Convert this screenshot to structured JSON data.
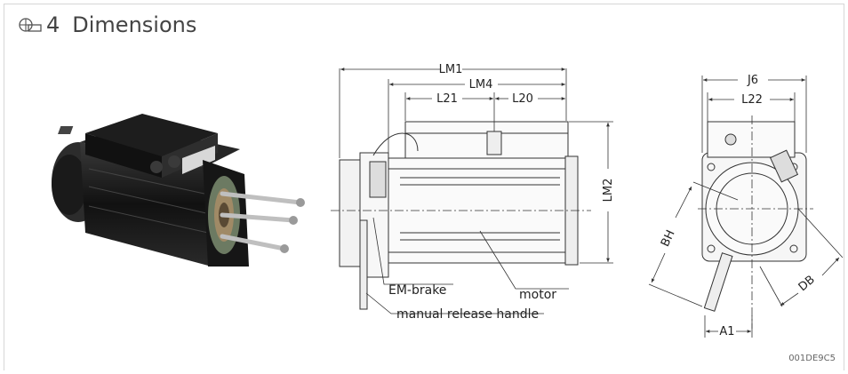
{
  "header": {
    "icon": "dimension-ruler-icon",
    "number": "4",
    "title": "Dimensions"
  },
  "side_view": {
    "labels": {
      "lm1": "LM1",
      "lm4": "LM4",
      "l21": "L21",
      "l20": "L20",
      "lm2": "LM2"
    },
    "callouts": {
      "brake": "EM-brake",
      "motor": "motor",
      "handle": "manual release handle"
    }
  },
  "front_view": {
    "labels": {
      "j6": "J6",
      "l22": "L22",
      "bh": "BH",
      "db": "DB",
      "a1": "A1"
    }
  },
  "image_code": "001DE9C5",
  "colors": {
    "motor_body": "#1a1a1a",
    "line": "#333333",
    "frame": "#d6d6d6"
  }
}
